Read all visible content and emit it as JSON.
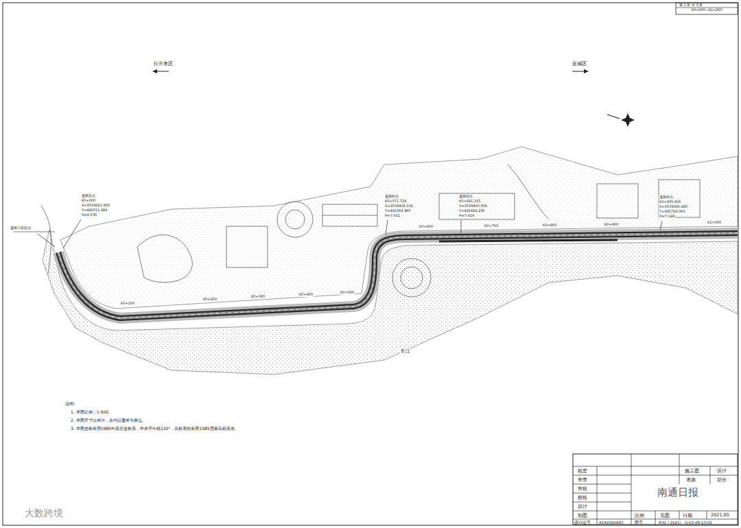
{
  "diagram": {
    "labels": [
      "第 1 页 共 3 页",
      "K0+000~K1+260",
      "往开发区",
      "至城区",
      "道路工程起点",
      "道路起点",
      "K0+000",
      "X=3539421.863",
      "Y=491011.484",
      "H=6.535",
      "道路转点",
      "K0+571.724",
      "X=3539408.102",
      "Y=491364.965",
      "H=7.411",
      "道路转点",
      "K0+691.331",
      "X=3539400.556",
      "Y=491484.236",
      "H=7.414",
      "道路转点",
      "K0+935.806",
      "X=3539390.480",
      "Y=491729.063",
      "H=7.149",
      "K0+100",
      "K0+200",
      "K0+300",
      "K0+400",
      "K0+500",
      "K0+600",
      "K0+700",
      "K0+800",
      "K0+900",
      "K1+000",
      "长江",
      "说明:",
      "1. 本图比例：1:500。",
      "2. 本图尺寸以米计，余均以厘米为单位。",
      "3. 本图坐标采用1980年西安坐标系，中央子午线120°，高程系统采用1985国家高程基准。",
      "核定",
      "审查",
      "审核",
      "校核",
      "设计",
      "制图",
      "设计证号",
      "A142000843",
      "施工图",
      "设计",
      "道路",
      "部分",
      "比例",
      "见图",
      "日期",
      "2021.05",
      "图号",
      "430（2021）-S-03-06-13-01",
      "南通日报",
      "大数跨境"
    ]
  }
}
